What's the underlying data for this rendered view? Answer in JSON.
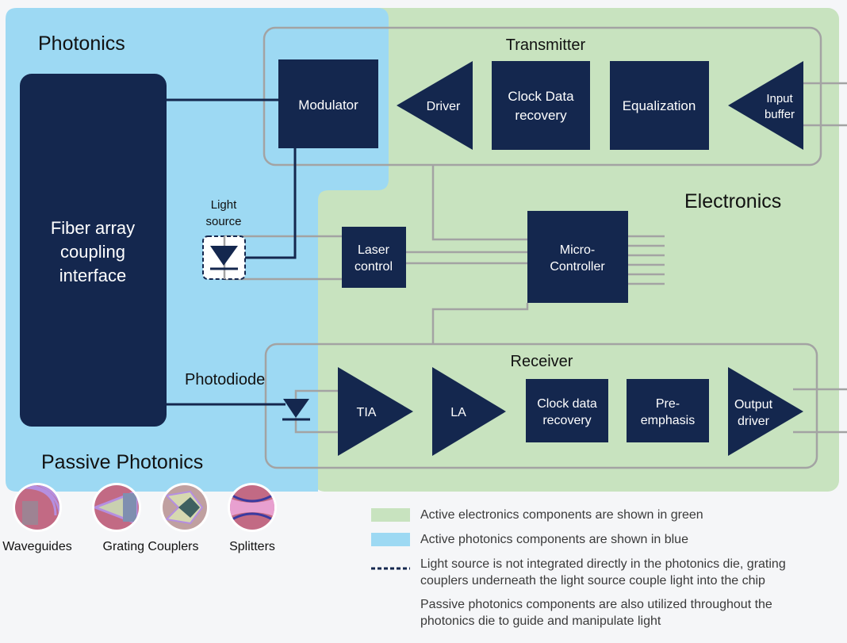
{
  "colors": {
    "electronics": "#c8e3bf",
    "photonics": "#9dd9f3",
    "component": "#14274e",
    "wire": "#a3a3a3",
    "background": "#f5f6f8"
  },
  "regions": {
    "photonics": "Photonics",
    "electronics": "Electronics",
    "passive": "Passive Photonics"
  },
  "fiber": {
    "label_1": "Fiber array",
    "label_2": "coupling",
    "label_3": "interface"
  },
  "transmitter": {
    "title": "Transmitter",
    "modulator": "Modulator",
    "driver": "Driver",
    "cdr_1": "Clock Data",
    "cdr_2": "recovery",
    "equalization": "Equalization",
    "input_buffer_1": "Input",
    "input_buffer_2": "buffer"
  },
  "light_source": {
    "label_1": "Light",
    "label_2": "source"
  },
  "laser_control": {
    "label_1": "Laser",
    "label_2": "control"
  },
  "microcontroller": {
    "label_1": "Micro-",
    "label_2": "Controller"
  },
  "receiver": {
    "title": "Receiver",
    "photodiode": "Photodiode",
    "tia": "TIA",
    "la": "LA",
    "cdr_1": "Clock data",
    "cdr_2": "recovery",
    "preemphasis_1": "Pre-",
    "preemphasis_2": "emphasis",
    "output_driver_1": "Output",
    "output_driver_2": "driver"
  },
  "passive_items": [
    {
      "label": "Waveguides"
    },
    {
      "label": "Grating Couplers"
    },
    {
      "label": "Splitters"
    }
  ],
  "legend": [
    {
      "lines": [
        "Active electronics components are shown in green"
      ]
    },
    {
      "lines": [
        "Active photonics components are shown in blue"
      ]
    },
    {
      "lines": [
        "Light source is not integrated directly in the photonics die, grating",
        "couplers underneath the light source couple light into the chip"
      ]
    },
    {
      "lines": [
        "Passive photonics components are also utilized throughout the",
        "photonics die to guide and manipulate light"
      ]
    }
  ]
}
